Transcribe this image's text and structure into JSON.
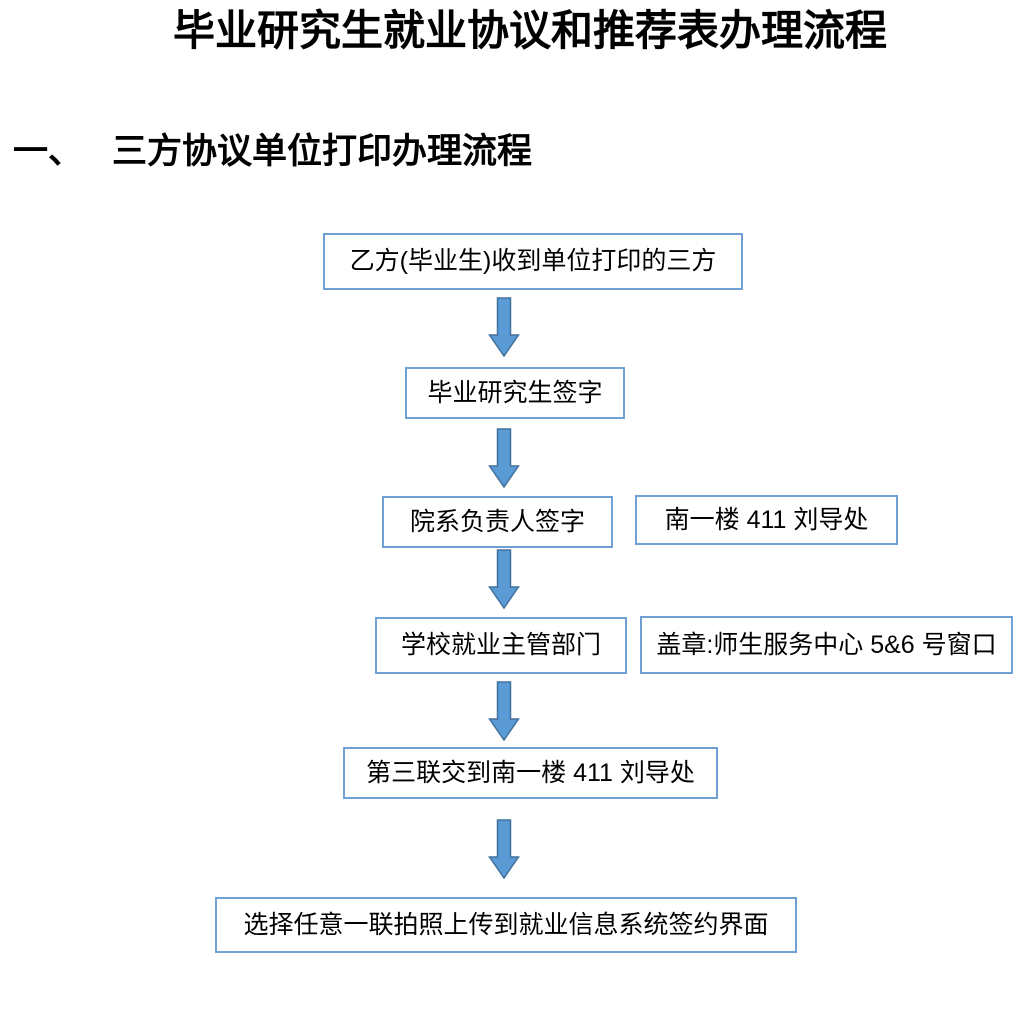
{
  "title": "毕业研究生就业协议和推荐表办理流程",
  "section": {
    "number": "一、",
    "heading": "三方协议单位打印办理流程"
  },
  "flow": {
    "steps": [
      {
        "label": "乙方(毕业生)收到单位打印的三方"
      },
      {
        "label": "毕业研究生签字"
      },
      {
        "label": "院系负责人签字",
        "note": "南一楼 411 刘导处"
      },
      {
        "label": "学校就业主管部门",
        "note": "盖章:师生服务中心 5&6 号窗口"
      },
      {
        "label": "第三联交到南一楼 411 刘导处"
      },
      {
        "label": "选择任意一联拍照上传到就业信息系统签约界面"
      }
    ],
    "connector": "down-block-arrow"
  },
  "colors": {
    "box_border": "#6fa0d4",
    "arrow_fill": "#5b9bd5",
    "arrow_stroke": "#41719c",
    "text": "#000000",
    "background": "#ffffff"
  }
}
